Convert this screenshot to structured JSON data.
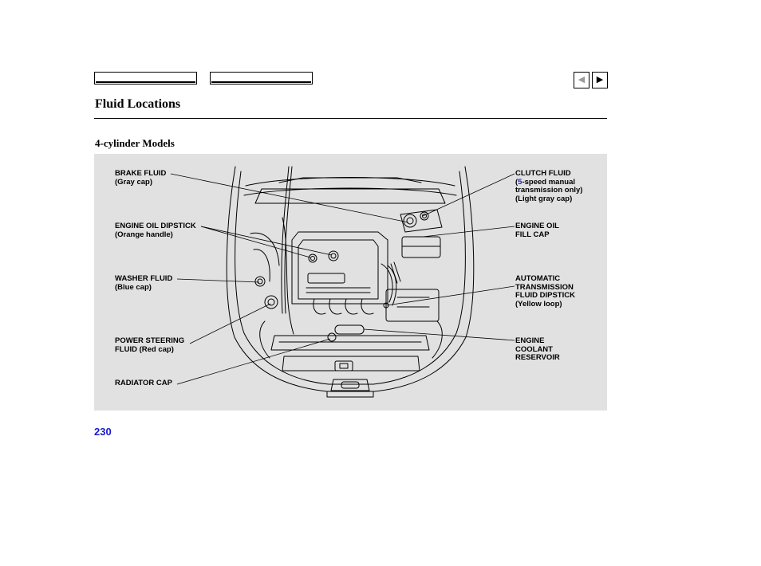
{
  "header": {
    "title": "Fluid Locations",
    "prev_icon": "triangle-left-icon",
    "next_icon": "triangle-right-icon",
    "prev_glyph": "◀",
    "next_glyph": "▶"
  },
  "section": {
    "heading": "4-cylinder Models"
  },
  "callouts": {
    "brake_fluid": {
      "title": "BRAKE FLUID",
      "sub": "(Gray cap)"
    },
    "engine_oil_dipstick": {
      "title": "ENGINE OIL DIPSTICK",
      "sub": "(Orange handle)"
    },
    "washer_fluid": {
      "title": "WASHER FLUID",
      "sub": "(Blue cap)"
    },
    "power_steering": {
      "line1": "POWER STEERING",
      "line2": "FLUID (Red cap)"
    },
    "radiator_cap": {
      "title": "RADIATOR CAP"
    },
    "clutch_fluid": {
      "title": "CLUTCH FLUID",
      "paren_open": "(",
      "num": "5",
      "line2_rest": "-speed manual",
      "line3": "transmission only)",
      "line4": "(Light gray cap)"
    },
    "engine_oil_fill": {
      "line1": "ENGINE OIL",
      "line2": "FILL CAP"
    },
    "atf_dipstick": {
      "line1": "AUTOMATIC",
      "line2": "TRANSMISSION",
      "line3": "FLUID DIPSTICK",
      "line4": "(Yellow loop)"
    },
    "coolant": {
      "line1": "ENGINE",
      "line2": "COOLANT",
      "line3": "RESERVOIR"
    }
  },
  "footer": {
    "page_number": "230"
  },
  "colors": {
    "panel": "#e1e1e1",
    "page_number": "#1a1acc",
    "link_number": "#2222cc",
    "disabled_arrow": "#9a9a9a"
  }
}
